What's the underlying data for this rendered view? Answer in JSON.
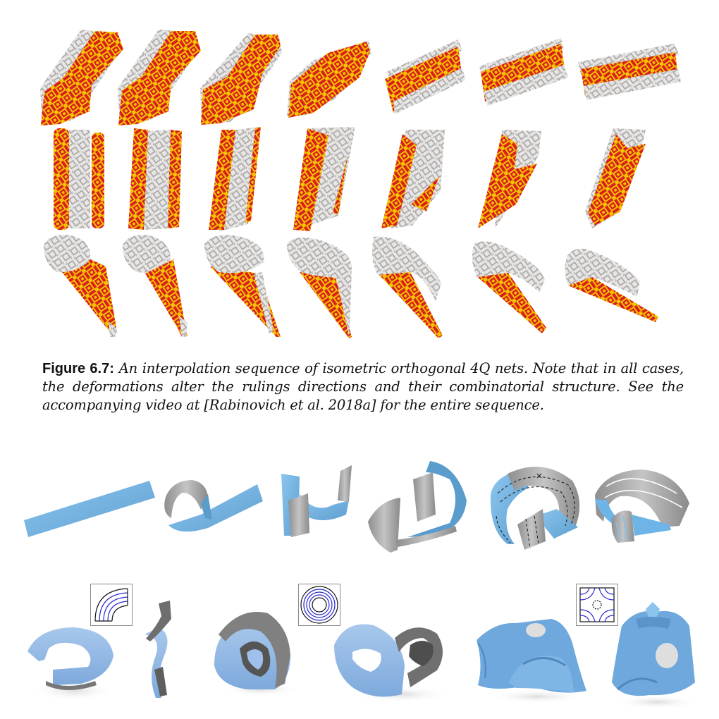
{
  "figure": {
    "label": "Figure 6.7:",
    "caption": "An interpolation sequence of isometric orthogonal 4Q nets. Note that in all cases, the deformations alter the rulings directions and their combinatorial structure. See the accompanying video at [Rabinovich et al. 2018a] for the entire sequence."
  },
  "colors": {
    "pattern_red": "#d91f1f",
    "pattern_yellow": "#f5c400",
    "pattern_gray_bg": "#e6e4e2",
    "pattern_gray_motif": "#a9a7a5",
    "ribbon_blue": "#7fb8e6",
    "ribbon_blue_dark": "#5a9ccc",
    "ribbon_gray": "#a8a8a8",
    "ribbon_gray_dark": "#6e6e6e",
    "inset_line_blue": "#2a2ad0",
    "inset_line_black": "#111111"
  },
  "top_panel": {
    "description": "Interpolation sequence of isometric orthogonal 4Q nets (textured red/yellow and gray surfaces)",
    "rows": [
      {
        "frames": 7,
        "stage": "diagonal sheets curling into parallel tubes"
      },
      {
        "frames": 7,
        "stage": "vertical tubes twisting into cone-like shapes"
      },
      {
        "frames": 7,
        "stage": "curled cones unrolling into flattened cylinders"
      }
    ]
  },
  "bottom_panel": {
    "row1": {
      "frames": 6,
      "description": "Flat blue strip folding into looped gray/blue ribbons, with dashed rulings and cut strips"
    },
    "row2": {
      "models": 6,
      "insets": [
        {
          "id": "inset-quarter-annulus",
          "pattern": "quarter annulus curves"
        },
        {
          "id": "inset-concentric-circles",
          "pattern": "concentric circles"
        },
        {
          "id": "inset-hyperbolic-arcs",
          "pattern": "four-corner arcs with center circle"
        }
      ]
    }
  }
}
